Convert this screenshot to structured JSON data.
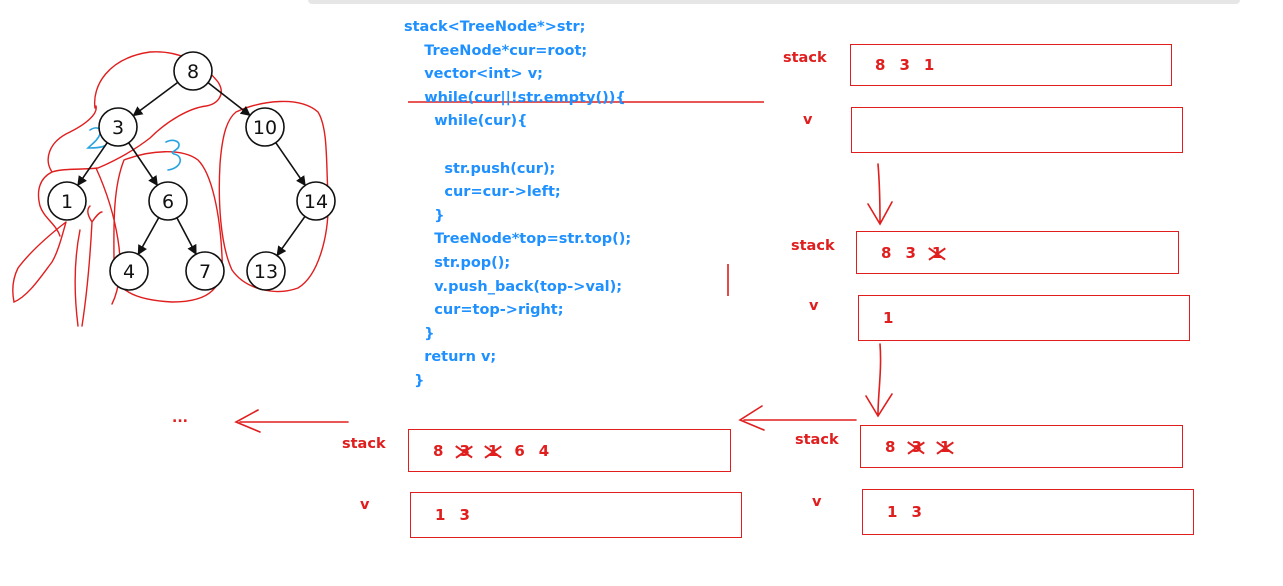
{
  "tree": {
    "nodes": [
      {
        "id": "n8",
        "label": "8"
      },
      {
        "id": "n3",
        "label": "3"
      },
      {
        "id": "n10",
        "label": "10"
      },
      {
        "id": "n1",
        "label": "1"
      },
      {
        "id": "n6",
        "label": "6"
      },
      {
        "id": "n14",
        "label": "14"
      },
      {
        "id": "n4",
        "label": "4"
      },
      {
        "id": "n7",
        "label": "7"
      },
      {
        "id": "n13",
        "label": "13"
      }
    ],
    "edges": [
      [
        "n8",
        "n3"
      ],
      [
        "n8",
        "n10"
      ],
      [
        "n3",
        "n1"
      ],
      [
        "n3",
        "n6"
      ],
      [
        "n6",
        "n4"
      ],
      [
        "n6",
        "n7"
      ],
      [
        "n10",
        "n14"
      ],
      [
        "n14",
        "n13"
      ]
    ],
    "annotations": [
      "2",
      "3"
    ]
  },
  "code": {
    "lines": [
      "stack<TreeNode*>str;",
      "    TreeNode*cur=root;",
      "    vector<int> v;",
      "    while(cur||!str.empty()){",
      "      while(cur){",
      "",
      "        str.push(cur);",
      "        cur=cur->left;",
      "      }",
      "      TreeNode*top=str.top();",
      "      str.pop();",
      "      v.push_back(top->val);",
      "      cur=top->right;",
      "    }",
      "    return v;",
      "  }"
    ]
  },
  "states": [
    {
      "stack_label": "stack",
      "stack": [
        {
          "t": "8"
        },
        {
          "t": "3"
        },
        {
          "t": "1"
        }
      ],
      "v_label": "v",
      "v": []
    },
    {
      "stack_label": "stack",
      "stack": [
        {
          "t": "8"
        },
        {
          "t": "3"
        },
        {
          "t": "1",
          "struck": true
        }
      ],
      "v_label": "v",
      "v": [
        "1"
      ]
    },
    {
      "stack_label": "stack",
      "stack": [
        {
          "t": "8"
        },
        {
          "t": "3",
          "struck": true
        },
        {
          "t": "1",
          "struck": true
        }
      ],
      "v_label": "v",
      "v": [
        "1",
        "3"
      ]
    },
    {
      "stack_label": "stack",
      "stack": [
        {
          "t": "8"
        },
        {
          "t": "3",
          "struck": true
        },
        {
          "t": "1",
          "struck": true
        },
        {
          "t": "6"
        },
        {
          "t": "4"
        }
      ],
      "v_label": "v",
      "v": [
        "1",
        "3"
      ]
    }
  ],
  "ellipsis": "...",
  "colors": {
    "accent_red": "#e01e1e",
    "code_blue": "#1e90ff",
    "annotation_blue": "#29a3e0"
  }
}
